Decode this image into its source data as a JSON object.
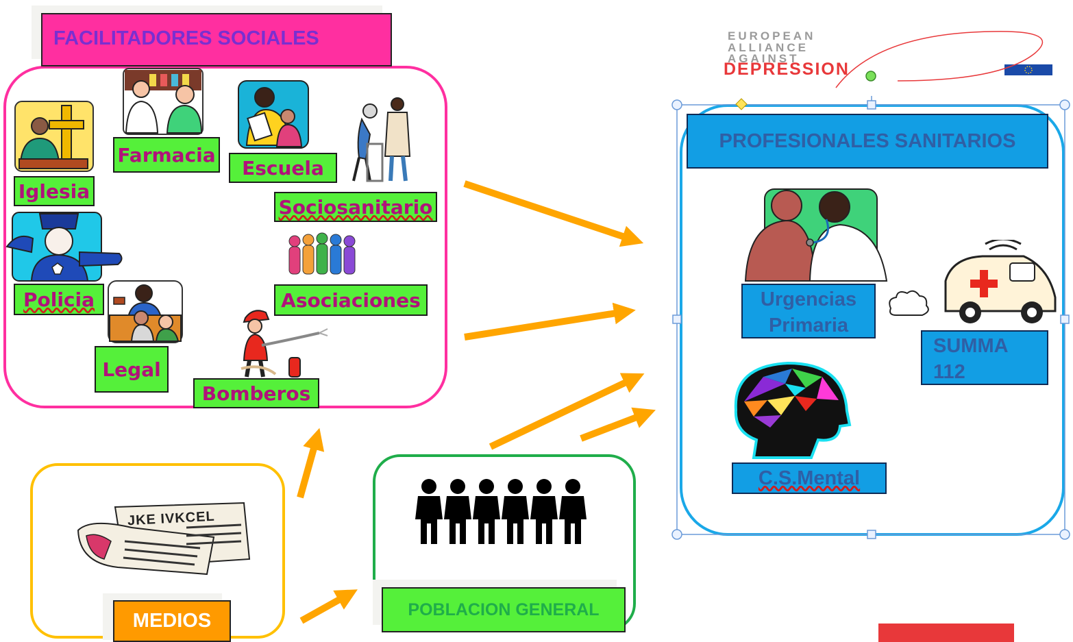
{
  "groups": {
    "facilitadores": "FACILITADORES SOCIALES",
    "profesionales": "PROFESIONALES SANITARIOS",
    "medios": "MEDIOS",
    "poblacion": "POBLACION GENERAL"
  },
  "facilitadores_items": {
    "farmacia": "Farmacia",
    "escuela": "Escuela",
    "iglesia": "Iglesia",
    "sociosanitario": "Sociosanitario",
    "policia": "Policia",
    "asociaciones": "Asociaciones",
    "legal": "Legal",
    "bomberos": "Bomberos"
  },
  "profesionales_items": {
    "urgencias_line1": "Urgencias",
    "urgencias_line2": "Primaria",
    "summa_line1": "SUMMA",
    "summa_line2": "112",
    "cs_mental": "C.S.Mental"
  },
  "logo": {
    "line1": "EUROPEAN",
    "line2": "ALLIANCE",
    "line3": "AGAINST",
    "line4": "DEPRESSION"
  },
  "newspaper_text": "JKE IVKCEL",
  "colors": {
    "pink": "#ff2fa0",
    "green_label": "#55f03a",
    "blue_label": "#129ee4",
    "arrow": "#ffa500",
    "medios_border": "#ffc000",
    "poblacion_border": "#1fad4a",
    "profesionales_border": "#1aa8e8",
    "logo_red": "#e8383a"
  }
}
